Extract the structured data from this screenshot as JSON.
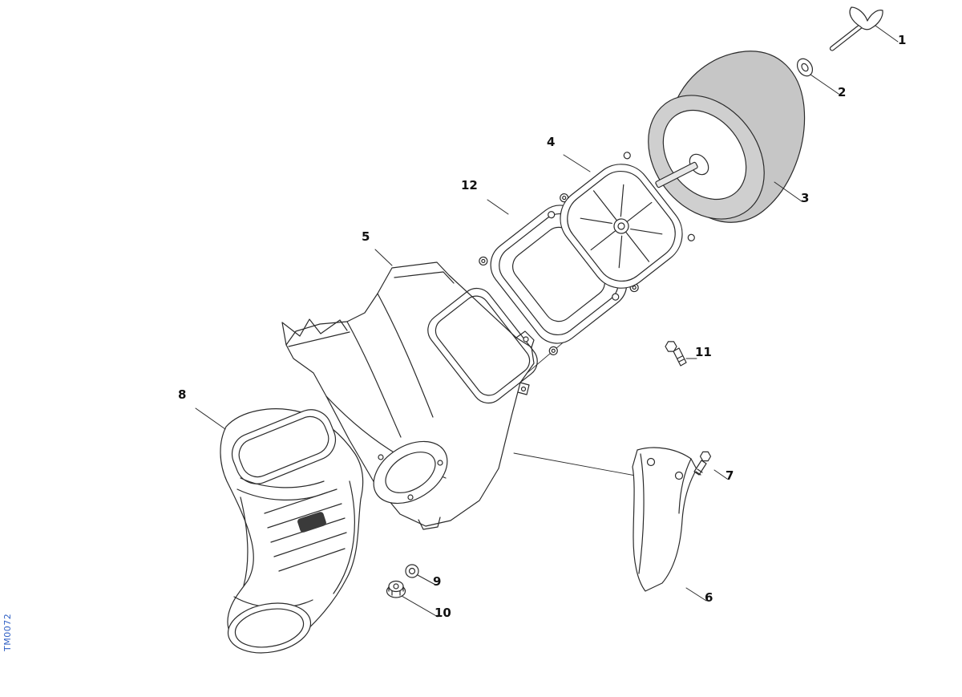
{
  "diagram": {
    "code": "TM0072",
    "part_labels": [
      "1",
      "2",
      "3",
      "4",
      "5",
      "6",
      "7",
      "8",
      "9",
      "10",
      "11",
      "12"
    ],
    "colors": {
      "line": "#2b2b2b",
      "filter_fill": "#c6c6c6",
      "code_text": "#2f5fc4",
      "background": "#ffffff"
    }
  }
}
